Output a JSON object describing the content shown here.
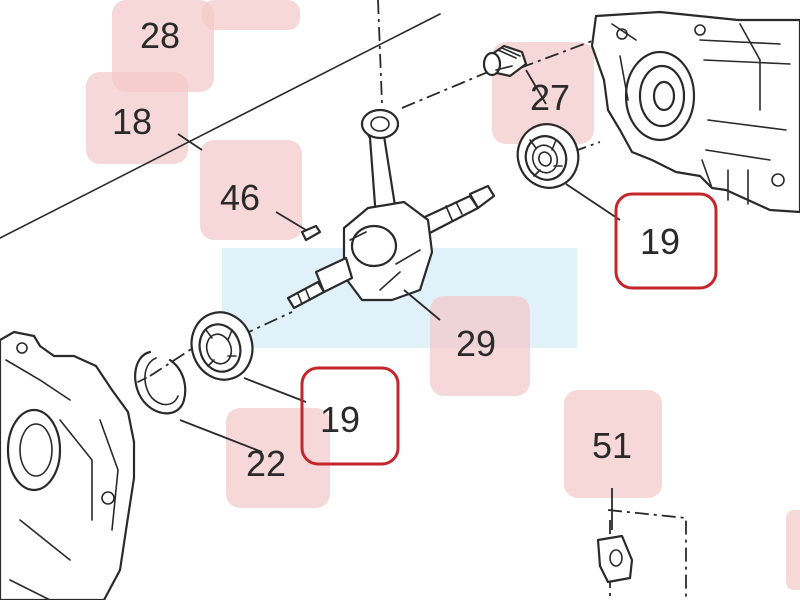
{
  "diagram": {
    "callouts": {
      "c28": "28",
      "c18": "18",
      "c27": "27",
      "c46": "46",
      "c19a": "19",
      "c29": "29",
      "c19b": "19",
      "c22": "22",
      "c51": "51"
    },
    "colors": {
      "callout_fill": "#f4c9c9",
      "highlight_ring": "#c4262b",
      "line": "#2a2a2a",
      "selection_band": "#dceef8"
    },
    "highlighted_parts": [
      "19"
    ]
  }
}
